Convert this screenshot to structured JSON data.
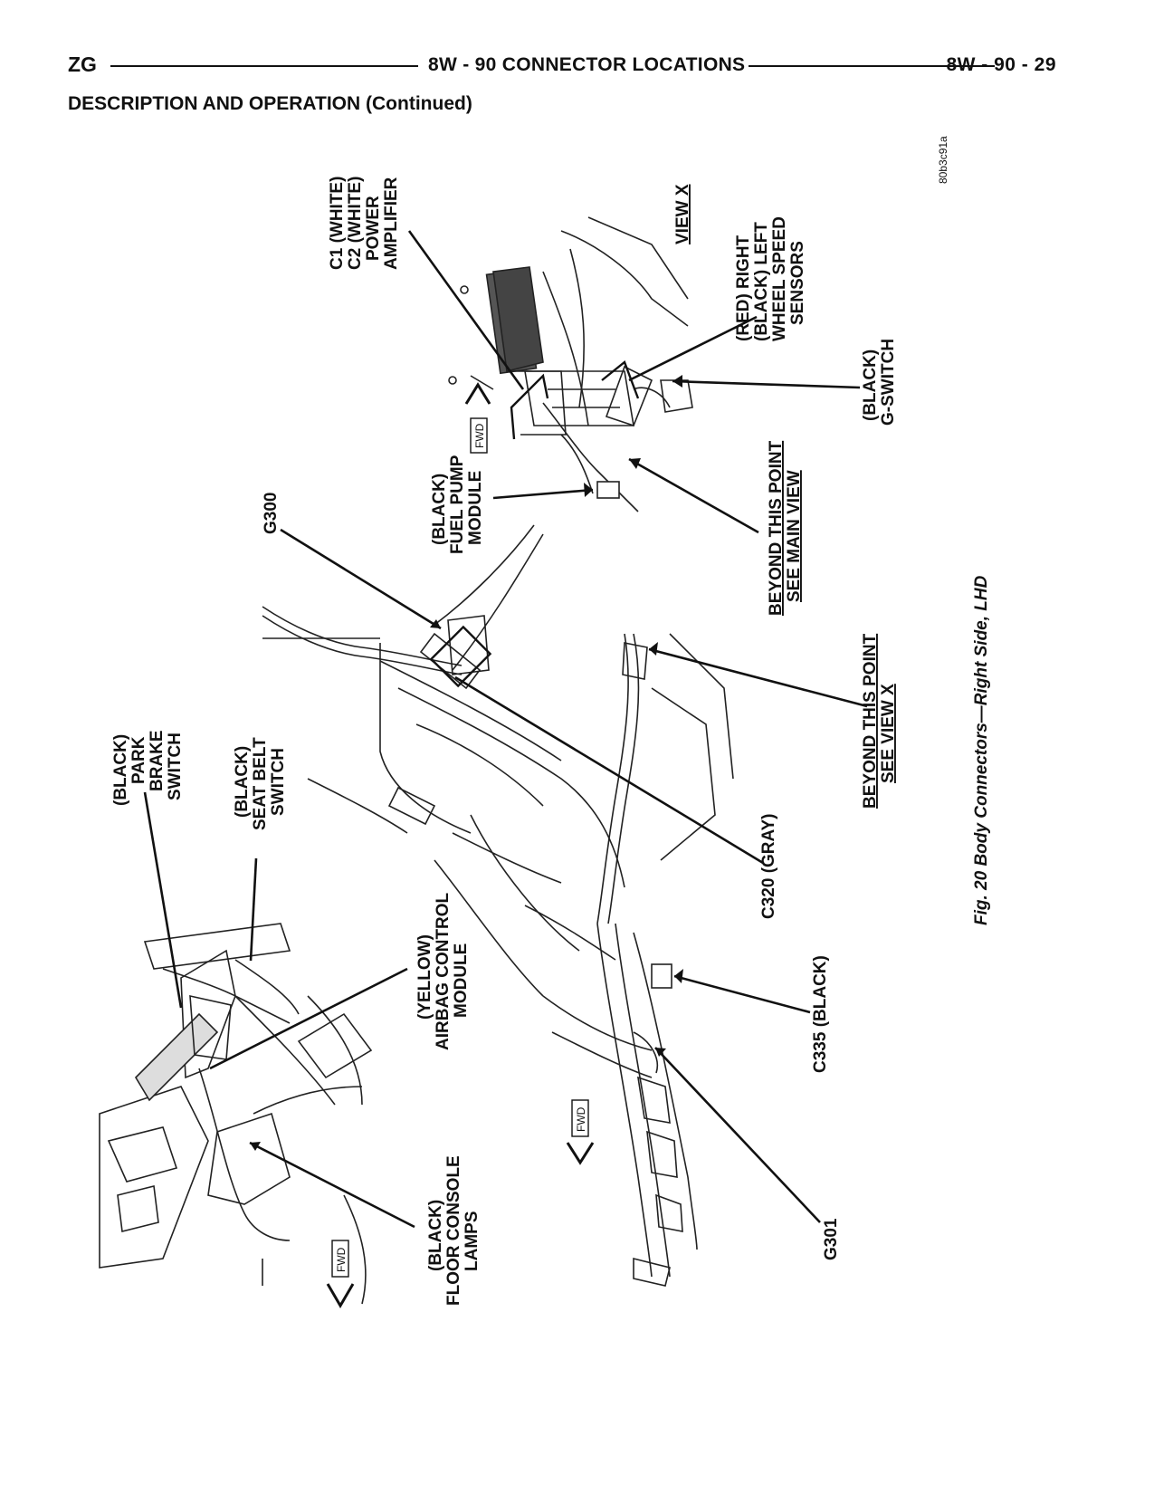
{
  "header": {
    "left": "ZG",
    "center": "8W - 90 CONNECTOR LOCATIONS",
    "right": "8W - 90 - 29"
  },
  "section_title": "DESCRIPTION AND OPERATION (Continued)",
  "figure": {
    "caption": "Fig. 20 Body Connectors—Right Side, LHD",
    "code": "80b3c91a",
    "fwd_label": "FWD",
    "labels": {
      "power_amp": [
        "C1 (WHITE)",
        "C2 (WHITE)",
        "POWER",
        "AMPLIFIER"
      ],
      "view_x": "VIEW X",
      "wheel_speed": [
        "(RED) RIGHT",
        "(BLACK) LEFT",
        "WHEEL SPEED",
        "SENSORS"
      ],
      "g_switch": [
        "(BLACK)",
        "G-SWITCH"
      ],
      "fuel_pump": [
        "(BLACK)",
        "FUEL PUMP",
        "MODULE"
      ],
      "beyond_main": [
        "BEYOND THIS POINT",
        "SEE MAIN VIEW"
      ],
      "g300": "G300",
      "beyond_view_x": [
        "BEYOND THIS POINT",
        "SEE VIEW X"
      ],
      "park_brake": [
        "(BLACK)",
        "PARK",
        "BRAKE",
        "SWITCH"
      ],
      "seat_belt": [
        "(BLACK)",
        "SEAT BELT",
        "SWITCH"
      ],
      "c320": "C320 (GRAY)",
      "airbag": [
        "(YELLOW)",
        "AIRBAG CONTROL",
        "MODULE"
      ],
      "c335": "C335 (BLACK)",
      "floor_console": [
        "(BLACK)",
        "FLOOR CONSOLE",
        "LAMPS"
      ],
      "g301": "G301"
    }
  }
}
